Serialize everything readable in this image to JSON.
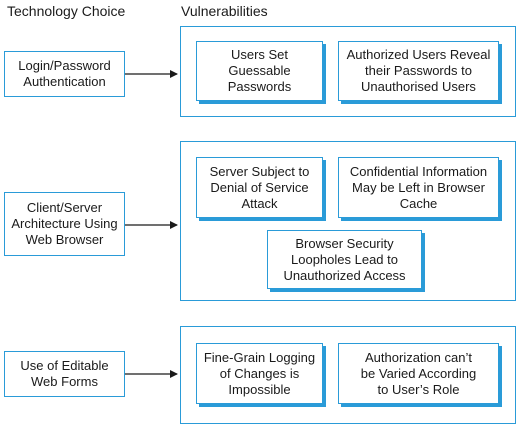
{
  "headings": {
    "technology_choice": "Technology Choice",
    "vulnerabilities": "Vulnerabilities"
  },
  "rows": [
    {
      "technology": "Login/Password\nAuthentication",
      "vulnerabilities": [
        "Users Set\nGuessable\nPasswords",
        "Authorized Users Reveal\ntheir Passwords to\nUnauthorised Users"
      ]
    },
    {
      "technology": "Client/Server\nArchitecture Using\nWeb Browser",
      "vulnerabilities": [
        "Server Subject to\nDenial of Service\nAttack",
        "Confidential Information\nMay be Left in Browser\nCache",
        "Browser Security\nLoopholes Lead to\nUnauthorized Access"
      ]
    },
    {
      "technology": "Use of Editable\nWeb Forms",
      "vulnerabilities": [
        "Fine-Grain Logging\nof Changes is\nImpossible",
        "Authorization can’t\nbe Varied According\nto User’s Role"
      ]
    }
  ],
  "colors": {
    "border": "#2a9bd8",
    "text": "#1a1a1a"
  }
}
